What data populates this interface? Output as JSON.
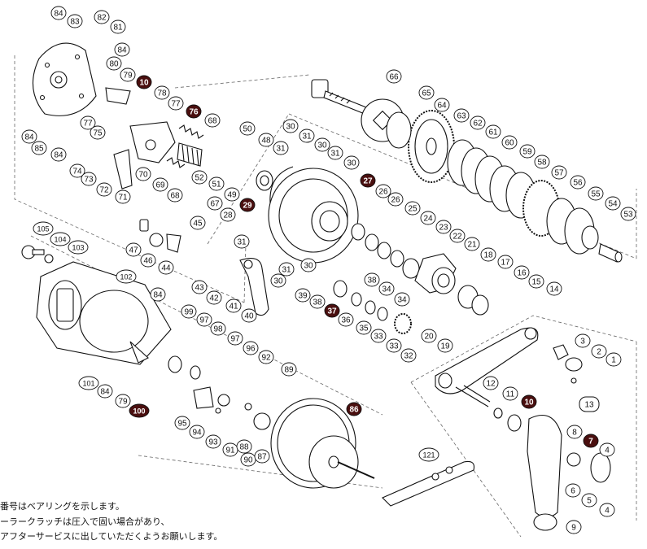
{
  "notes": [
    "番号はベアリングを示します。",
    "ーラークラッチは圧入で固い場合があり、",
    "アフターサービスに出していただくようお願いします。"
  ],
  "labels": [
    {
      "n": "84"
    },
    {
      "n": "83"
    },
    {
      "n": "82"
    },
    {
      "n": "81"
    },
    {
      "n": "84"
    },
    {
      "n": "80"
    },
    {
      "n": "79"
    },
    {
      "n": "10",
      "bearing": true
    },
    {
      "n": "78"
    },
    {
      "n": "77"
    },
    {
      "n": "76",
      "bearing": true
    },
    {
      "n": "77"
    },
    {
      "n": "75"
    },
    {
      "n": "68"
    },
    {
      "n": "84"
    },
    {
      "n": "85"
    },
    {
      "n": "84"
    },
    {
      "n": "74"
    },
    {
      "n": "73"
    },
    {
      "n": "72"
    },
    {
      "n": "71"
    },
    {
      "n": "70"
    },
    {
      "n": "69"
    },
    {
      "n": "68"
    },
    {
      "n": "67"
    },
    {
      "n": "66"
    },
    {
      "n": "65"
    },
    {
      "n": "64"
    },
    {
      "n": "63"
    },
    {
      "n": "62"
    },
    {
      "n": "61"
    },
    {
      "n": "60"
    },
    {
      "n": "59"
    },
    {
      "n": "58"
    },
    {
      "n": "57"
    },
    {
      "n": "56"
    },
    {
      "n": "55"
    },
    {
      "n": "54"
    },
    {
      "n": "53"
    },
    {
      "n": "50"
    },
    {
      "n": "30"
    },
    {
      "n": "48"
    },
    {
      "n": "31"
    },
    {
      "n": "31"
    },
    {
      "n": "30"
    },
    {
      "n": "31"
    },
    {
      "n": "30"
    },
    {
      "n": "52"
    },
    {
      "n": "51"
    },
    {
      "n": "49"
    },
    {
      "n": "29",
      "bearing": true
    },
    {
      "n": "28"
    },
    {
      "n": "27",
      "bearing": true
    },
    {
      "n": "26"
    },
    {
      "n": "26"
    },
    {
      "n": "25"
    },
    {
      "n": "24"
    },
    {
      "n": "23"
    },
    {
      "n": "22"
    },
    {
      "n": "21"
    },
    {
      "n": "18"
    },
    {
      "n": "17"
    },
    {
      "n": "16"
    },
    {
      "n": "15"
    },
    {
      "n": "14"
    },
    {
      "n": "45"
    },
    {
      "n": "47"
    },
    {
      "n": "46"
    },
    {
      "n": "44"
    },
    {
      "n": "31"
    },
    {
      "n": "31"
    },
    {
      "n": "30"
    },
    {
      "n": "30"
    },
    {
      "n": "43"
    },
    {
      "n": "42"
    },
    {
      "n": "41"
    },
    {
      "n": "40"
    },
    {
      "n": "39"
    },
    {
      "n": "38"
    },
    {
      "n": "38"
    },
    {
      "n": "34"
    },
    {
      "n": "37",
      "bearing": true
    },
    {
      "n": "34"
    },
    {
      "n": "36"
    },
    {
      "n": "35"
    },
    {
      "n": "33"
    },
    {
      "n": "33"
    },
    {
      "n": "32"
    },
    {
      "n": "20"
    },
    {
      "n": "19"
    },
    {
      "n": "105"
    },
    {
      "n": "104"
    },
    {
      "n": "103"
    },
    {
      "n": "102"
    },
    {
      "n": "84"
    },
    {
      "n": "99"
    },
    {
      "n": "97"
    },
    {
      "n": "98"
    },
    {
      "n": "97"
    },
    {
      "n": "96"
    },
    {
      "n": "92"
    },
    {
      "n": "89"
    },
    {
      "n": "101"
    },
    {
      "n": "84"
    },
    {
      "n": "79"
    },
    {
      "n": "100",
      "bearing": true
    },
    {
      "n": "95"
    },
    {
      "n": "94"
    },
    {
      "n": "93"
    },
    {
      "n": "91"
    },
    {
      "n": "90"
    },
    {
      "n": "88"
    },
    {
      "n": "87"
    },
    {
      "n": "86",
      "bearing": true
    },
    {
      "n": "3"
    },
    {
      "n": "2"
    },
    {
      "n": "1"
    },
    {
      "n": "12"
    },
    {
      "n": "11"
    },
    {
      "n": "10",
      "bearing": true
    },
    {
      "n": "13",
      "boxed": true
    },
    {
      "n": "8"
    },
    {
      "n": "7",
      "bearing": true
    },
    {
      "n": "4"
    },
    {
      "n": "6"
    },
    {
      "n": "5"
    },
    {
      "n": "4"
    },
    {
      "n": "9"
    },
    {
      "n": "121"
    }
  ]
}
